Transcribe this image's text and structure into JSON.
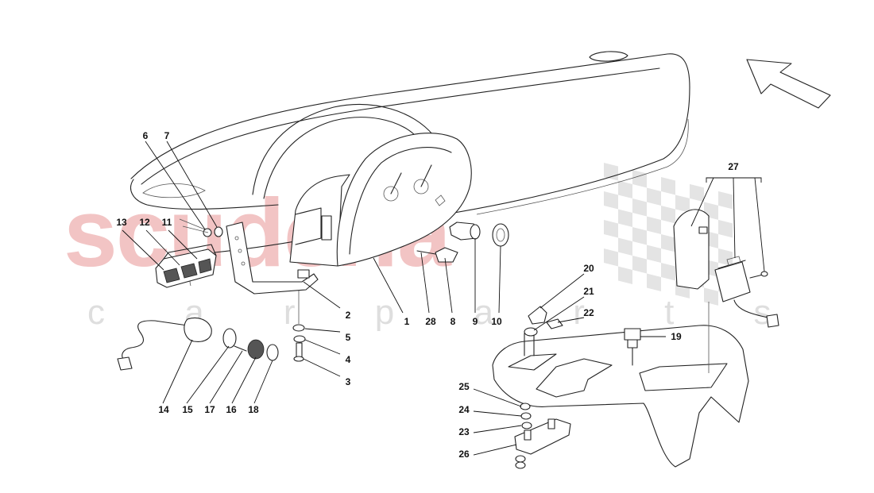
{
  "watermark": {
    "brand": "scuderia",
    "subtitle": "c a r   p a r t s"
  },
  "callouts": [
    {
      "id": "1",
      "label": "1"
    },
    {
      "id": "2",
      "label": "2"
    },
    {
      "id": "3",
      "label": "3"
    },
    {
      "id": "4",
      "label": "4"
    },
    {
      "id": "5",
      "label": "5"
    },
    {
      "id": "6",
      "label": "6"
    },
    {
      "id": "7",
      "label": "7"
    },
    {
      "id": "8",
      "label": "8"
    },
    {
      "id": "9",
      "label": "9"
    },
    {
      "id": "10",
      "label": "10"
    },
    {
      "id": "11",
      "label": "11"
    },
    {
      "id": "12",
      "label": "12"
    },
    {
      "id": "13",
      "label": "13"
    },
    {
      "id": "14",
      "label": "14"
    },
    {
      "id": "15",
      "label": "15"
    },
    {
      "id": "16",
      "label": "16"
    },
    {
      "id": "17",
      "label": "17"
    },
    {
      "id": "18",
      "label": "18"
    },
    {
      "id": "19",
      "label": "19"
    },
    {
      "id": "20",
      "label": "20"
    },
    {
      "id": "21",
      "label": "21"
    },
    {
      "id": "22",
      "label": "22"
    },
    {
      "id": "23",
      "label": "23"
    },
    {
      "id": "24",
      "label": "24"
    },
    {
      "id": "25",
      "label": "25"
    },
    {
      "id": "26",
      "label": "26"
    },
    {
      "id": "27",
      "label": "27"
    },
    {
      "id": "28",
      "label": "28"
    }
  ],
  "icons": {
    "direction_arrow": "arrow-up-left-icon",
    "checkered_flag": "checkered-flag-icon"
  }
}
